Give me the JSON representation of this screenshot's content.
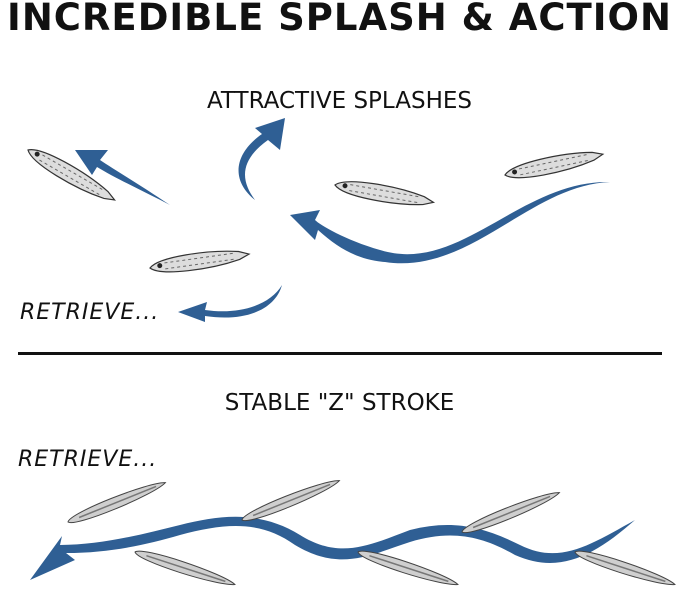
{
  "title": "INCREDIBLE SPLASH & ACTION",
  "section1": {
    "heading": "ATTRACTIVE SPLASHES",
    "retrieve_label": "RETRIEVE..."
  },
  "section2": {
    "heading": "STABLE \"Z\" STROKE",
    "retrieve_label": "RETRIEVE..."
  },
  "colors": {
    "arrow": "#2f5f94",
    "text": "#111111"
  }
}
